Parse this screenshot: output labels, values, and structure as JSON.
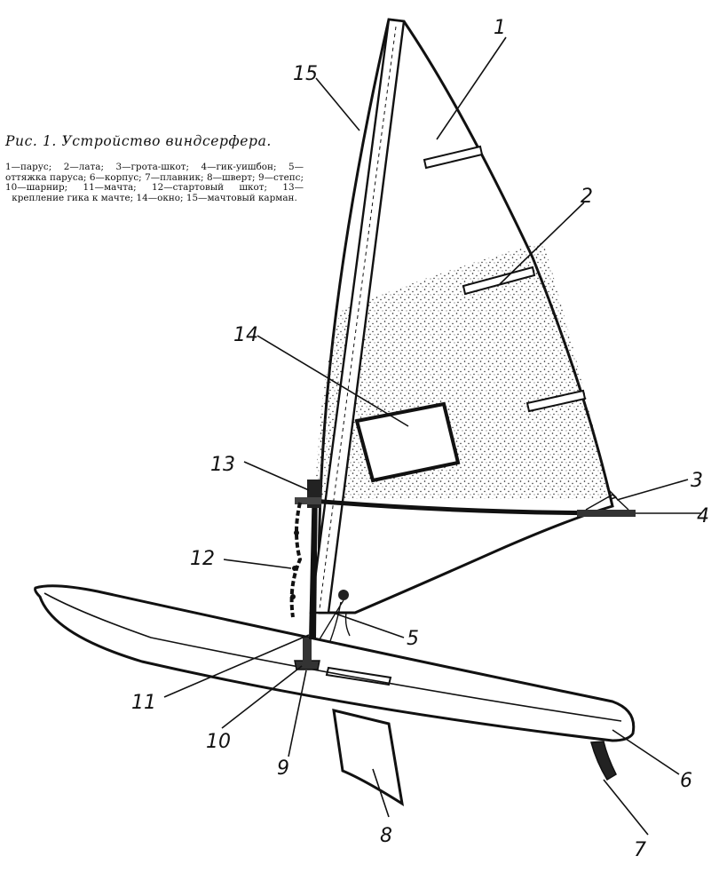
{
  "figure": {
    "title": "Рис. 1. Устройство виндсерфера.",
    "legend": "1—парус; 2—лата; 3—грота-шкот; 4—гик-уишбон; 5—оттяжка паруса; 6—корпус; 7—плавник; 8—шверт; 9—степс; 10—шарнир; 11—мачта; 12—стартовый шкот; 13—крепление гика к мачте; 14—окно; 15—мачтовый карман."
  },
  "labels": {
    "l1": "1",
    "l2": "2",
    "l3": "3",
    "l4": "4",
    "l5": "5",
    "l6": "6",
    "l7": "7",
    "l8": "8",
    "l9": "9",
    "l10": "10",
    "l11": "11",
    "l12": "12",
    "l13": "13",
    "l14": "14",
    "l15": "15"
  },
  "colors": {
    "ink": "#111111",
    "paper": "#ffffff"
  }
}
